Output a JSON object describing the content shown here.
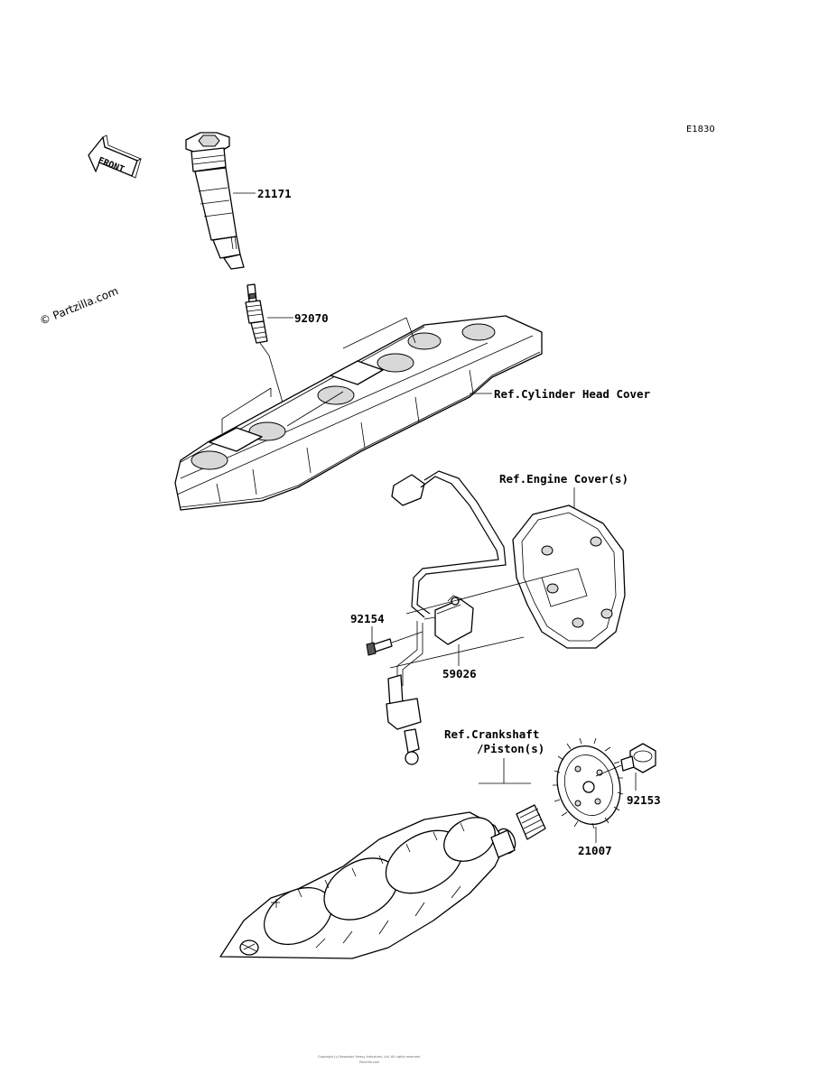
{
  "diagram_code": "E1830",
  "watermark": "© Partzilla.com",
  "front_label": "FRONT",
  "labels": {
    "ignition_coil": "21171",
    "spark_plug": "92070",
    "ref_cylinder_head_cover": "Ref.Cylinder Head Cover",
    "ref_engine_cover": "Ref.Engine Cover(s)",
    "bolt_92154": "92154",
    "pickup_coil": "59026",
    "ref_crankshaft_line1": "Ref.Crankshaft",
    "ref_crankshaft_line2": "/Piston(s)",
    "bolt_92153": "92153",
    "rotor": "21007"
  },
  "footer": {
    "line1": "Copyright (c) Kawasaki Heavy Industries, Ltd. All rights reserved.",
    "line2": "Partzilla.com"
  }
}
